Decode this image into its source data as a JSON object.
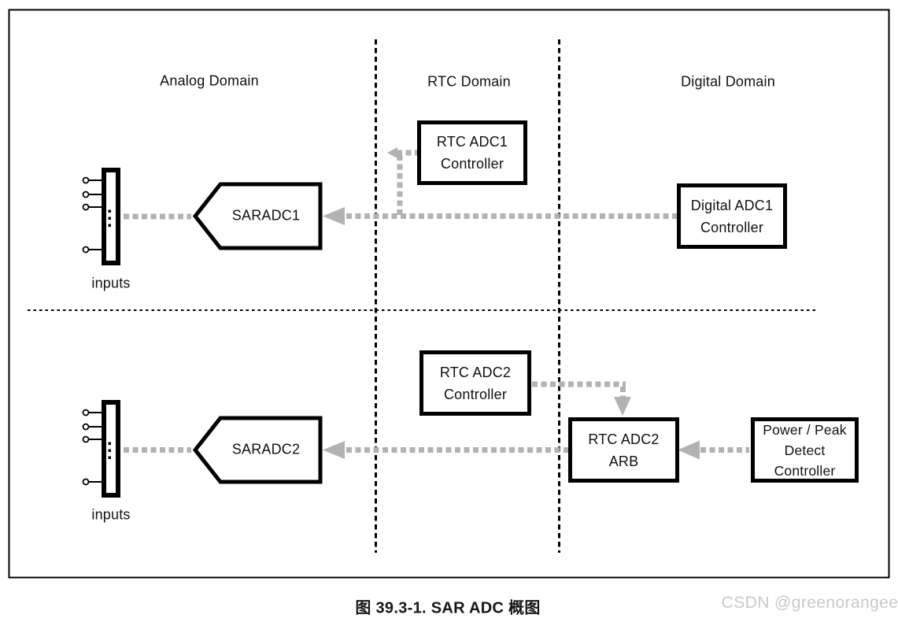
{
  "figure": {
    "caption": "图 39.3-1. SAR ADC 概图",
    "watermark": "CSDN @greenorangee",
    "domains": {
      "analog": "Analog Domain",
      "rtc": "RTC Domain",
      "digital": "Digital Domain"
    },
    "adc1": {
      "inputs_label": "inputs",
      "name": "SARADC1"
    },
    "adc2": {
      "inputs_label": "inputs",
      "name": "SARADC2"
    },
    "boxes": {
      "rtc_adc1_controller": {
        "line1": "RTC ADC1",
        "line2": "Controller"
      },
      "digital_adc1_controller": {
        "line1": "Digital ADC1",
        "line2": "Controller"
      },
      "rtc_adc2_controller": {
        "line1": "RTC ADC2",
        "line2": "Controller"
      },
      "rtc_adc2_arb": {
        "line1": "RTC ADC2",
        "line2": "ARB"
      },
      "power_peak_detect_controller": {
        "line1": "Power / Peak",
        "line2": "Detect",
        "line3": "Controller"
      }
    },
    "colors": {
      "connector_gray": "#b2b2b2",
      "divider_black": "#000000",
      "watermark_gray": "#c9c9c9"
    }
  }
}
